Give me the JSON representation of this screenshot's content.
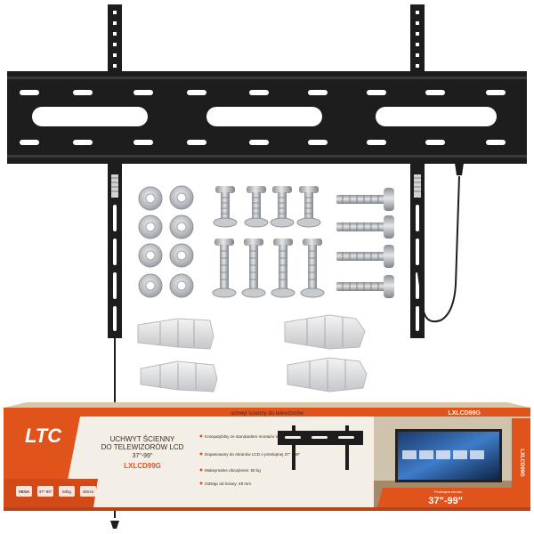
{
  "box": {
    "brand": "LTC",
    "title_line1": "UCHWYT ŚCIENNY",
    "title_line2": "DO TELEWIZORÓW LCD",
    "title_line3": "37\"-99\"",
    "model": "LXLCD99G",
    "model_top": "LXLCD99G",
    "top_strip_text": "uchwyt ścienny do telewizorów",
    "side_model": "LXLCD99G",
    "features": [
      "Kompatybilny ze standardem montażu VESA: max. 600 x 400 mm",
      "Dopasowany do ekranów LCD o przekątnej 37\" - 99\"",
      "Maksymalne obciążenie: 50 kg",
      "Odstęp od ściany: 48 mm"
    ],
    "size_caption": "Przekątna ekranu",
    "size_range": "37\"-99\"",
    "badges": [
      "VESA",
      "37\"-99\"",
      "50kg",
      "48mm"
    ]
  },
  "colors": {
    "bracket": "#1d1d1d",
    "steel": "#b9bcc0",
    "anchor": "#dcdde0",
    "box_orange": "#e0541c",
    "box_cream": "#f4efe6"
  }
}
